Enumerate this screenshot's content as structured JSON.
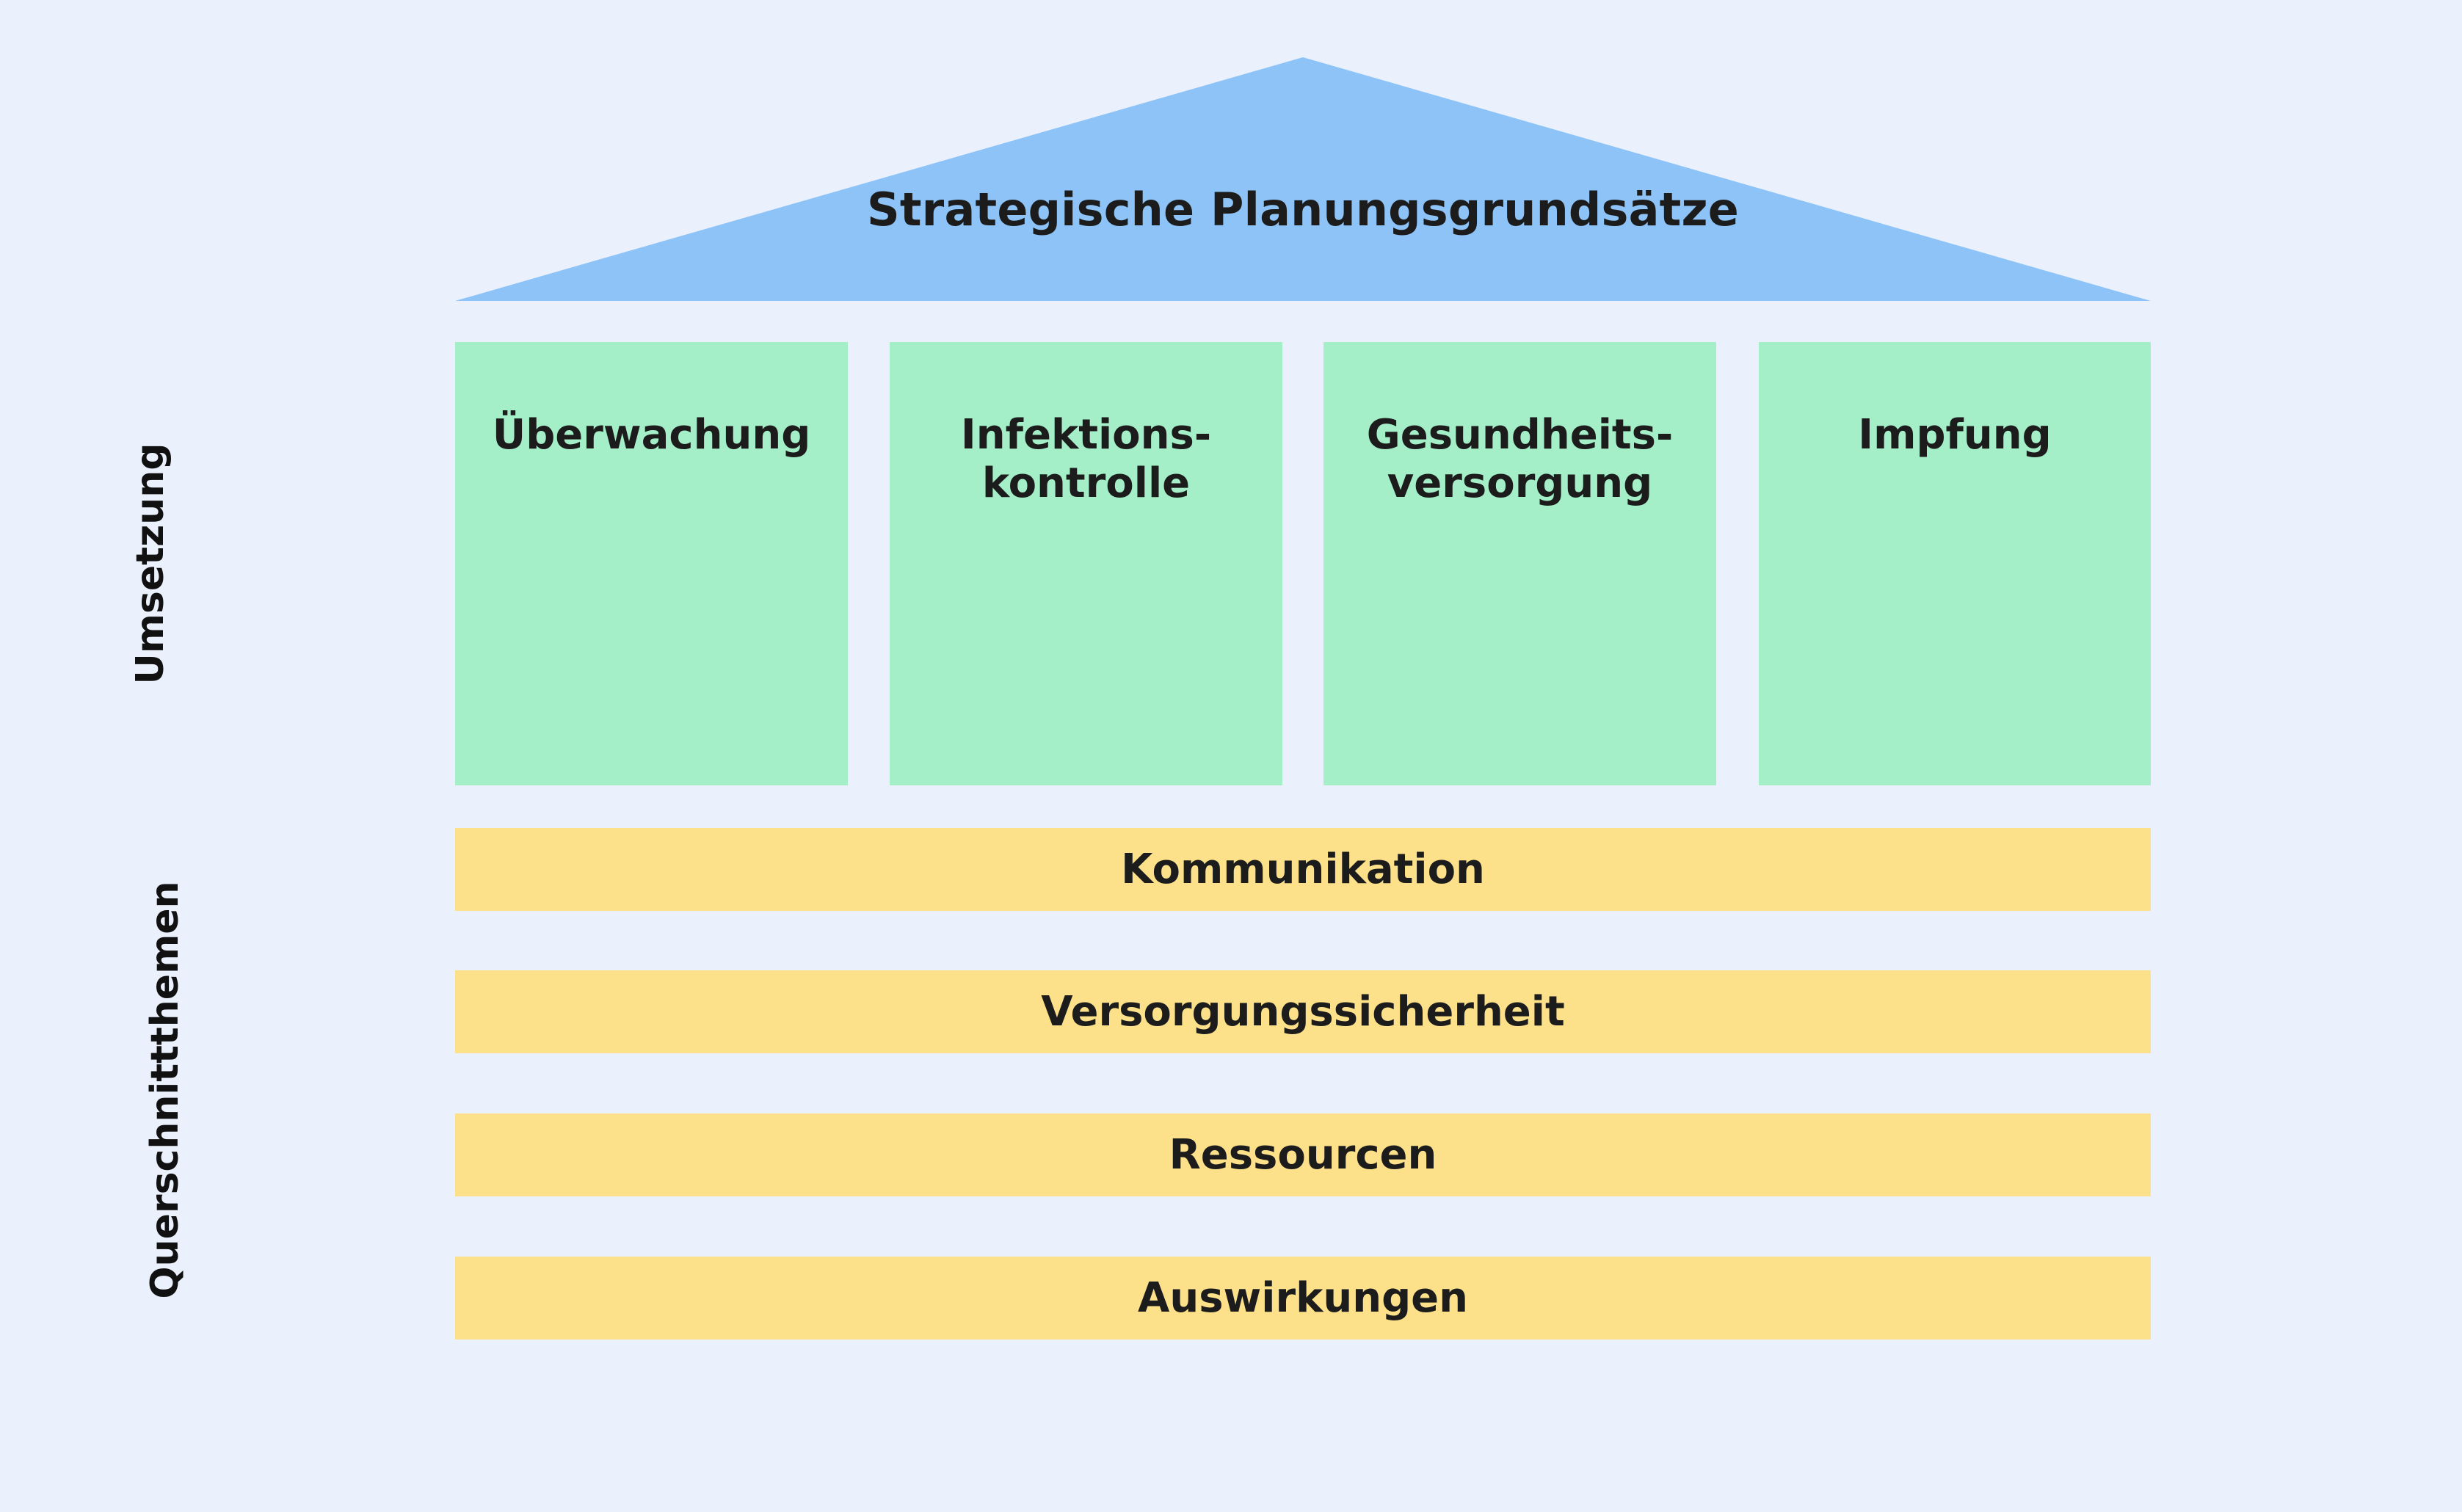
{
  "colors": {
    "background": "#eaf1fd",
    "roof": "#8dc3f7",
    "pillar": "#a4efc8",
    "crossbar": "#fce08a",
    "text": "#1c1c1c"
  },
  "roof": {
    "label": "Strategische Planungsgrundsätze"
  },
  "side_labels": {
    "implementation": "Umsetzung",
    "cross_cutting": "Querschnittthemen"
  },
  "pillars": [
    {
      "label": "Überwachung"
    },
    {
      "label": "Infektions-\nkontrolle"
    },
    {
      "label": "Gesundheits-\nversorgung"
    },
    {
      "label": "Impfung"
    }
  ],
  "crossbars": [
    {
      "label": "Kommunikation"
    },
    {
      "label": "Versorgungssicherheit"
    },
    {
      "label": "Ressourcen"
    },
    {
      "label": "Auswirkungen"
    }
  ]
}
